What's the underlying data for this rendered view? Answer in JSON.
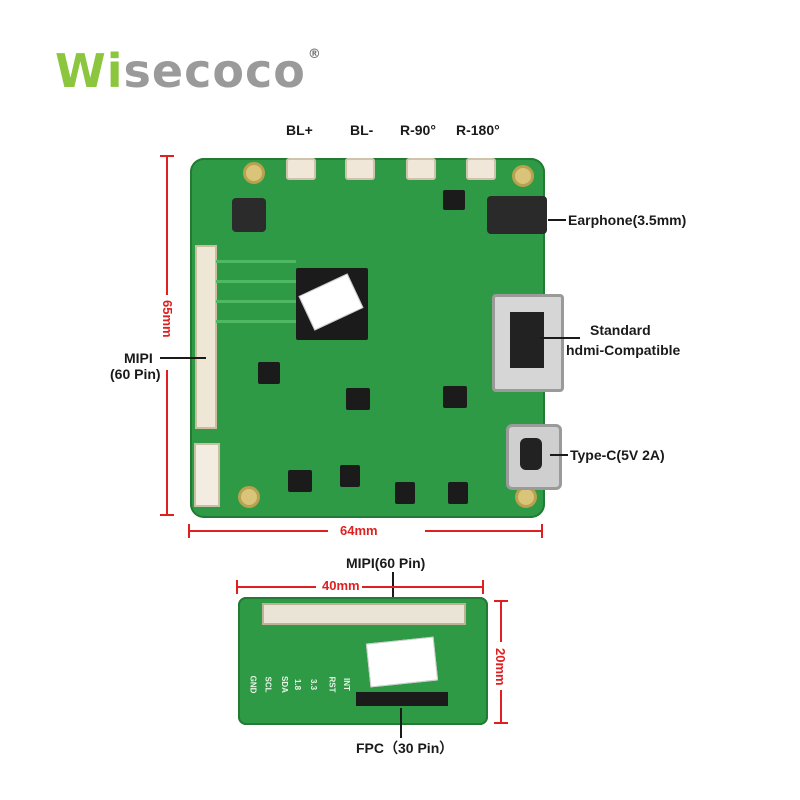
{
  "brand": {
    "logo_w": "Wi",
    "logo_rest": "secoco",
    "logo_mark": "®"
  },
  "top_buttons": [
    "BL+",
    "BL-",
    "R-90°",
    "R-180°"
  ],
  "labels": {
    "earphone": "Earphone(3.5mm)",
    "hdmi_line1": "Standard",
    "hdmi_line2": "hdmi-Compatible",
    "typec": "Type-C(5V 2A)",
    "mipi_line1": "MIPI",
    "mipi_line2": "(60 Pin)",
    "mipi_adapter": "MIPI(60 Pin)",
    "fpc": "FPC（30 Pin）"
  },
  "dimensions": {
    "board_height": "65mm",
    "board_width": "64mm",
    "adapter_width": "40mm",
    "adapter_height": "20mm"
  },
  "adapter_pins": [
    "GND",
    "SCL",
    "SDA",
    "1.8",
    "3.3",
    "RST",
    "INT"
  ],
  "colors": {
    "pcb": "#2e9a45",
    "dimension": "#e02020",
    "logo_green": "#8cc63f"
  }
}
